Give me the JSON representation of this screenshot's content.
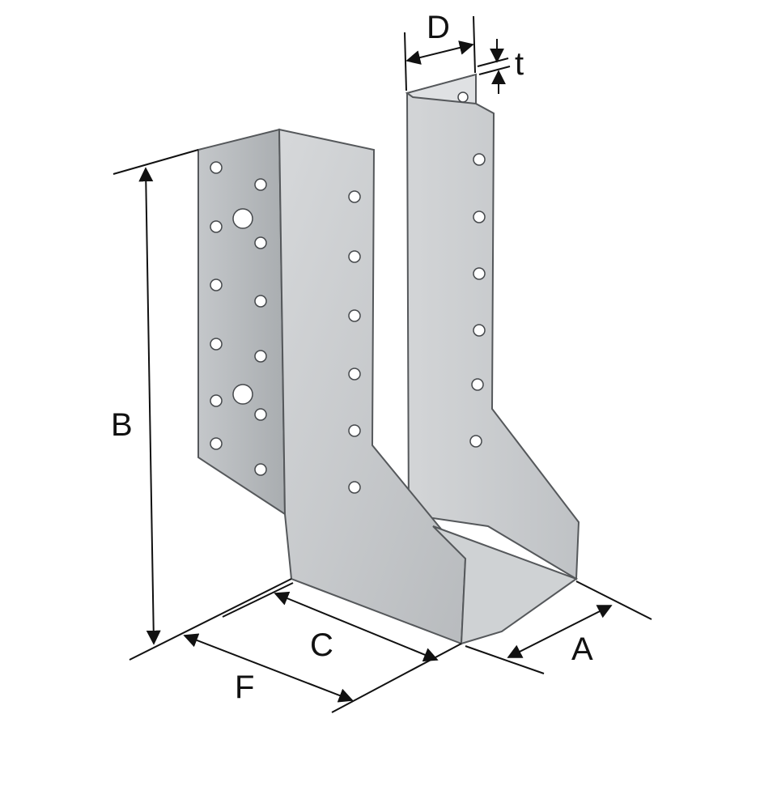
{
  "diagram": {
    "dimension_labels": {
      "A": "A",
      "B": "B",
      "C": "C",
      "D": "D",
      "F": "F",
      "t": "t"
    }
  }
}
